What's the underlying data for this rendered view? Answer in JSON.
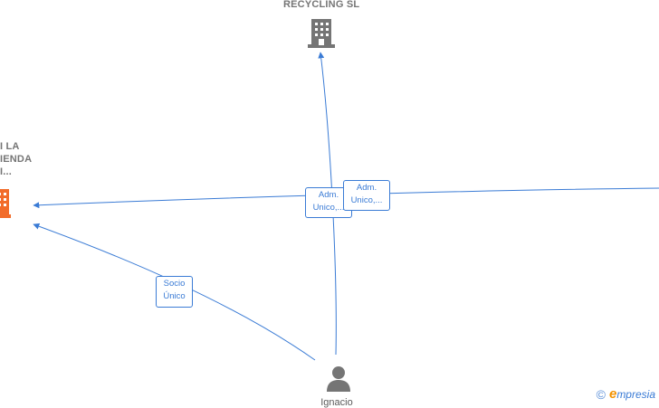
{
  "nodes": {
    "top_company": {
      "label": "RECYCLING SL"
    },
    "left_company": {
      "label_lines": [
        "I LA",
        "IENDA",
        "I..."
      ]
    },
    "person": {
      "label": "Ignacio"
    }
  },
  "edges": {
    "adm_unico_1": {
      "line1": "Adm.",
      "line2": "Unico,..."
    },
    "adm_unico_2": {
      "line1": "Adm.",
      "line2": "Unico,..."
    },
    "socio_unico": {
      "line1": "Socio",
      "line2": "Único"
    }
  },
  "brand": {
    "copyright": "©",
    "e": "e",
    "rest": "mpresia"
  },
  "colors": {
    "edge": "#3a7bd5",
    "highlight_company": "#f26c2a",
    "company": "#757575"
  }
}
